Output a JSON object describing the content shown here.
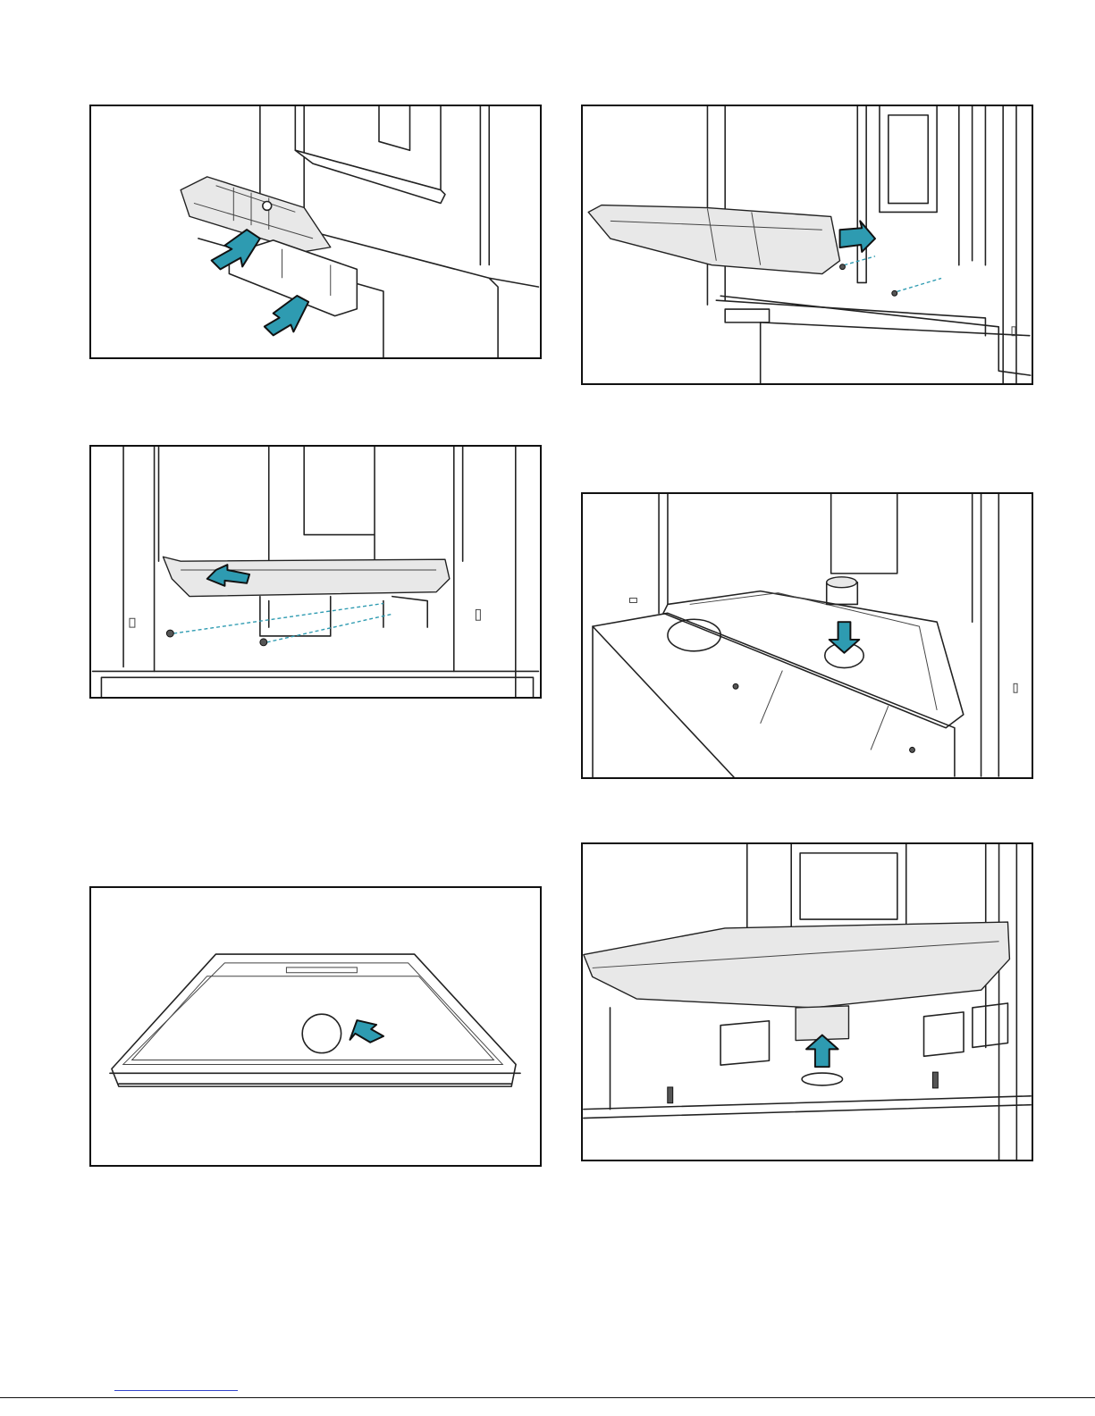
{
  "page": {
    "figures": [
      {
        "id": "fig-remove-drip-tray",
        "arrows": 2,
        "icon": "arrow-icon"
      },
      {
        "id": "fig-tray-slide-out",
        "arrows": 1,
        "icon": "arrow-icon"
      },
      {
        "id": "fig-remove-screws",
        "arrows": 1,
        "icon": "arrow-icon"
      },
      {
        "id": "fig-install-drain-plug",
        "arrows": 1,
        "icon": "arrow-icon"
      },
      {
        "id": "fig-tray-drain-hole",
        "arrows": 1,
        "icon": "arrow-icon"
      },
      {
        "id": "fig-drain-fitting-up",
        "arrows": 1,
        "icon": "arrow-icon"
      }
    ],
    "colors": {
      "arrow": "#2e9bb1",
      "line": "#222222",
      "frame": "#111111",
      "link": "#3344cc"
    }
  }
}
